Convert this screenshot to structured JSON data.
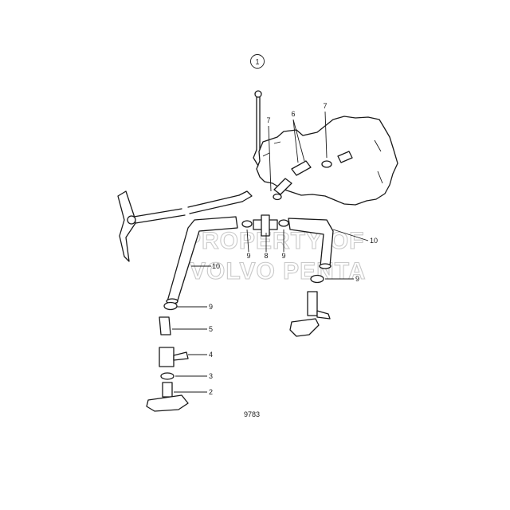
{
  "diagram": {
    "group_number": "1",
    "figure_number": "9783",
    "watermark": [
      "PROPERTY OF",
      "VOLVO PENTA"
    ],
    "callouts": {
      "c7a": "7",
      "c6": "6",
      "c7b": "7",
      "c10a": "10",
      "c9a": "9",
      "c8": "8",
      "c9b": "9",
      "c10b": "10",
      "c9c": "9",
      "c9d": "9",
      "c5": "5",
      "c4": "4",
      "c3": "3",
      "c2": "2"
    }
  }
}
